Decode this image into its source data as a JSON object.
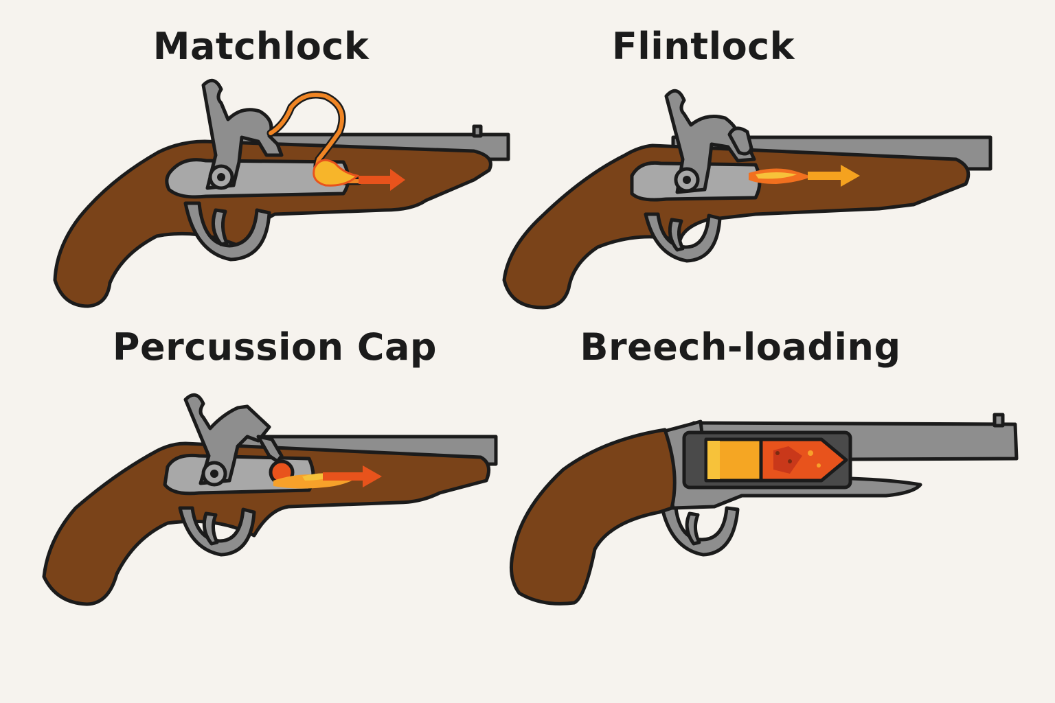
{
  "titles": {
    "matchlock": "Matchlock",
    "flintlock": "Flintlock",
    "percussion": "Percussion Cap",
    "breech": "Breech-loading"
  },
  "colors": {
    "background": "#f6f3ee",
    "wood": "#7a4319",
    "metal": "#8e8e8e",
    "metal_light": "#a8a8a8",
    "outline": "#1b1b1b",
    "fire_red": "#e8531c",
    "fire_orange": "#f58a1f",
    "fire_yellow": "#f7b52a",
    "cartridge_gold": "#f5a623"
  },
  "icons": [
    "matchlock-pistol-icon",
    "slow-match-flame-icon",
    "flintlock-pistol-icon",
    "flint-spark-icon",
    "percussion-cap-pistol-icon",
    "cap-ignition-icon",
    "breech-loading-pistol-icon",
    "cartridge-icon"
  ]
}
